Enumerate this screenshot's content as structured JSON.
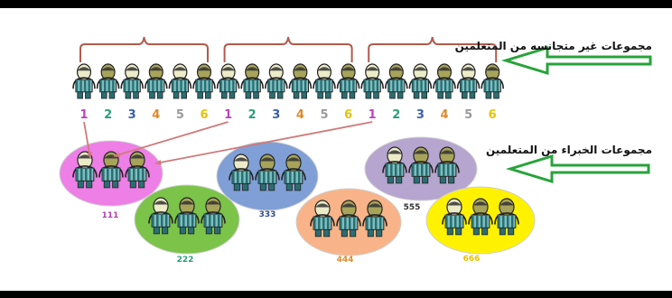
{
  "captions": {
    "heterogeneous": "مجموعات غير متجانسه من المتعلمين",
    "experts": "مجموعات الخبراء من المتعلمين"
  },
  "row_numbers": [
    "1",
    "2",
    "3",
    "4",
    "5",
    "6",
    "1",
    "2",
    "3",
    "4",
    "5",
    "6",
    "1",
    "2",
    "3",
    "4",
    "5",
    "6"
  ],
  "number_colors": [
    "#c040c0",
    "#2a9d7a",
    "#3a5fa8",
    "#e08a28",
    "#9a9a9a",
    "#e6c200"
  ],
  "expert_groups": [
    {
      "label": "111",
      "fill": "#ee7fe6",
      "label_color": "#b040b0"
    },
    {
      "label": "222",
      "fill": "#7cc34a",
      "label_color": "#2a9d7a"
    },
    {
      "label": "333",
      "fill": "#7f9fd6",
      "label_color": "#2d4f8f"
    },
    {
      "label": "444",
      "fill": "#f8b488",
      "label_color": "#e08a28"
    },
    {
      "label": "555",
      "fill": "#b6a5cf",
      "label_color": "#333333"
    },
    {
      "label": "666",
      "fill": "#fff200",
      "label_color": "#e6c200"
    }
  ],
  "colors": {
    "bracket": "#b35a4a",
    "arrow": "#27a33a",
    "link": "#d07a7a",
    "shirt_dark": "#2a6e72",
    "shirt_light": "#7dbfc0",
    "head_olive": "#a7a45a",
    "head_cream": "#ecebc8"
  }
}
